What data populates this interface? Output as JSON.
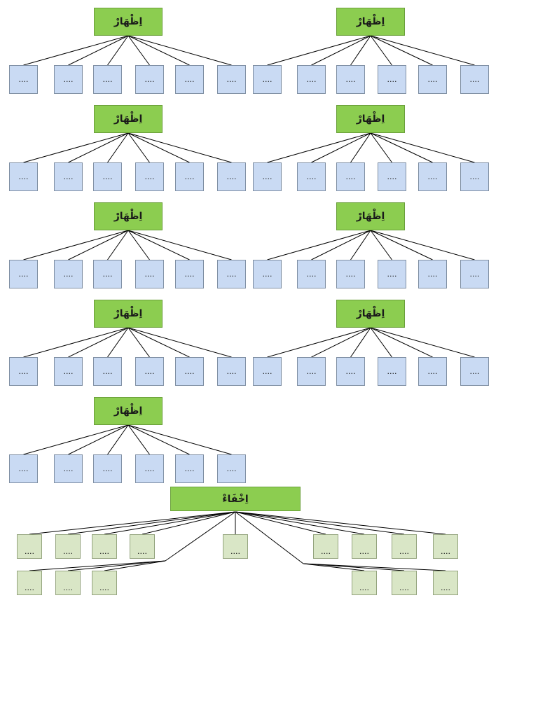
{
  "izhar_groups": [
    {
      "parent": "اِظْهَارْ",
      "children": [
        "....",
        "....",
        "....",
        "....",
        "....",
        "...."
      ]
    },
    {
      "parent": "اِظْهَارْ",
      "children": [
        "....",
        "....",
        "....",
        "....",
        "....",
        "...."
      ]
    },
    {
      "parent": "اِظْهَارْ",
      "children": [
        "....",
        "....",
        "....",
        "....",
        "....",
        "...."
      ]
    },
    {
      "parent": "اِظْهَارْ",
      "children": [
        "....",
        "....",
        "....",
        "....",
        "....",
        "...."
      ]
    },
    {
      "parent": "اِظْهَارْ",
      "children": [
        "....",
        "....",
        "....",
        "....",
        "....",
        "...."
      ]
    },
    {
      "parent": "اِظْهَارْ",
      "children": [
        "....",
        "....",
        "....",
        "....",
        "....",
        "...."
      ]
    },
    {
      "parent": "اِظْهَارْ",
      "children": [
        "....",
        "....",
        "....",
        "....",
        "....",
        "...."
      ]
    },
    {
      "parent": "اِظْهَارْ",
      "children": [
        "....",
        "....",
        "....",
        "....",
        "....",
        "...."
      ]
    },
    {
      "parent": "اِظْهَارْ",
      "children": [
        "....",
        "....",
        "....",
        "....",
        "....",
        "...."
      ]
    }
  ],
  "ikhfa": {
    "parent": "اِخْفَاءْ",
    "children": [
      "....",
      "....",
      "....",
      "....",
      "....",
      "....",
      "....",
      "....",
      "....",
      "....",
      "....",
      "....",
      "....",
      "....",
      "...."
    ]
  },
  "colors": {
    "parent_fill": "#8ccd50",
    "izhar_child_fill": "#c9daf3",
    "ikhfa_child_fill": "#d9e6c6",
    "connector": "#000000"
  }
}
